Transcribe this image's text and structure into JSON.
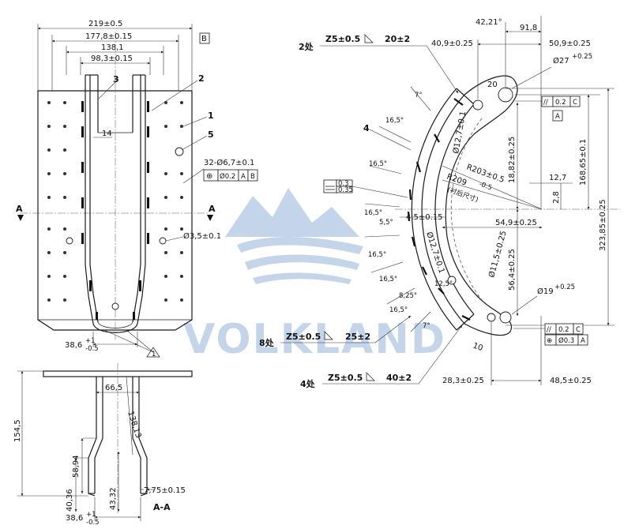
{
  "watermark": {
    "brand": "VOLKLAND",
    "color": "#2f6db5"
  },
  "front_view": {
    "dims": {
      "overall_width": "219±0.5",
      "width_2": "177,8±0.15",
      "width_3": "138,1",
      "width_4": "98,3±0.15",
      "datum_b": "B",
      "slot": "14",
      "bottom": "38,6",
      "bottom_tol_up": "+1",
      "bottom_tol_lo": "-0.5"
    },
    "balloons": [
      "1",
      "2",
      "3",
      "5"
    ],
    "hole_callout": "32-Ø6,7±0.1",
    "hole_fcf": {
      "symbol": "⊕",
      "value": "Ø0.2",
      "d1": "A",
      "d2": "B"
    },
    "hole_small": "Ø3,5±0.1",
    "section_mark": "A",
    "triangle_note": "1"
  },
  "section_view": {
    "dims": {
      "top_width": "66,5",
      "height": "154,5",
      "radius": "138,13",
      "h_58": "58,94",
      "h_40": "40,36",
      "h_43": "43,32",
      "thk": "7,75±0.15",
      "bottom": "38,6",
      "bottom_tol_up": "+1",
      "bottom_tol_lo": "-0.5"
    },
    "label": "A-A"
  },
  "side_view": {
    "weld_callouts": [
      {
        "count": "2处",
        "spec": "Z5±0.5",
        "len": "20±2"
      },
      {
        "count": "8处",
        "spec": "Z5±0.5",
        "len": "25±2"
      },
      {
        "count": "4处",
        "spec": "Z5±0.5",
        "len": "40±2"
      }
    ],
    "dims": {
      "d42": "42,21°",
      "d91": "91,8",
      "d40": "40,9±0.25",
      "d50": "50,9±0.25",
      "d27": "Ø27",
      "d27_tol": "+0.25",
      "d20": "20",
      "d12a": "Ø12,7±0.1",
      "d18": "18,82±0.25",
      "d168": "168,65±0.1",
      "r203": "R203±0.5",
      "r209": "R209",
      "r209_tol": "-0.5",
      "note": "(衬后尺寸)",
      "d12_7": "12,7",
      "d2_8": "2,8",
      "d323": "323,85±0.25",
      "d4_5": "4,5±0.15",
      "d54": "54,9±0.25",
      "d12b": "Ø12,7±0.1",
      "d56": "56,4±0.25",
      "d11": "Ø11,5±0.25",
      "d19": "Ø19",
      "d19_tol": "+0.25",
      "d28": "28,3±0.25",
      "d48": "48,5±0.25",
      "d10": "10",
      "flat_a": "0.3",
      "flat_b": "0.35"
    },
    "angles": [
      "7°",
      "16,5°",
      "16,5°",
      "16,5°",
      "5,5°",
      "16,5°",
      "16,5°",
      "8,25°",
      "16,5°",
      "7°",
      "12,5°"
    ],
    "balloon": "4",
    "fcf_top": {
      "sym": "//",
      "value": "0.2",
      "datum": "C",
      "ref": "A"
    },
    "fcf_bottom_1": {
      "sym": "//",
      "value": "0.2",
      "datum": "C"
    },
    "fcf_bottom_2": {
      "sym": "⊕",
      "value": "Ø0.3",
      "datum": "A"
    }
  }
}
